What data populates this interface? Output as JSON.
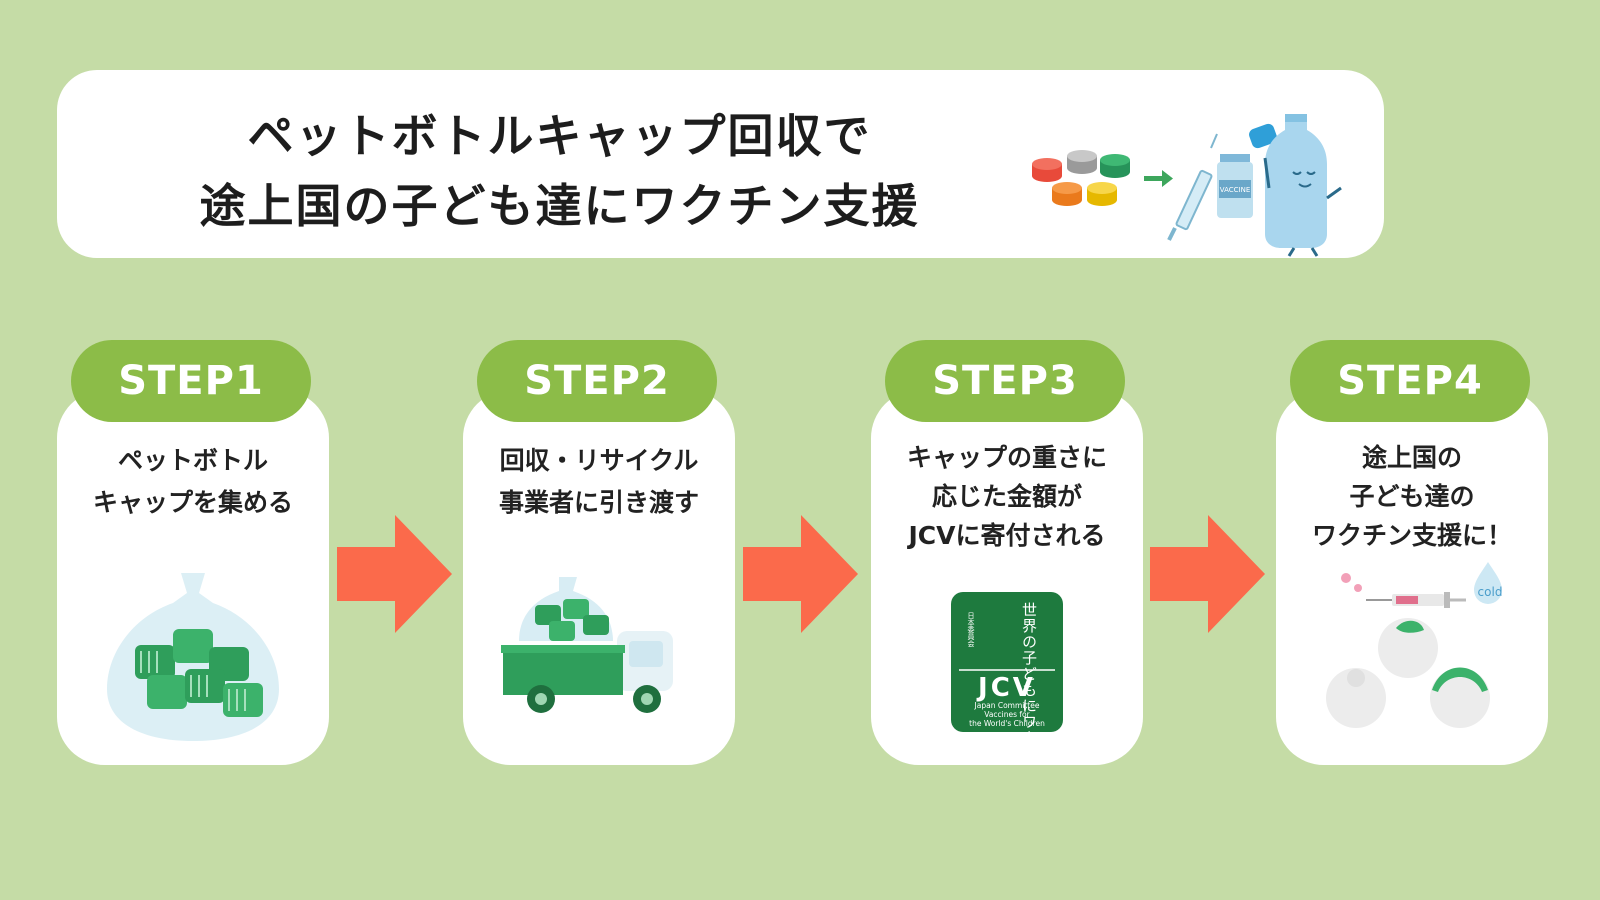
{
  "header": {
    "title_line1": "ペットボトルキャップ回収で",
    "title_line2": "途上国の子ども達にワクチン支援",
    "vial_label": "VACCINE"
  },
  "steps": [
    {
      "label": "STEP1",
      "lines": [
        "ペットボトル",
        "キャップを集める"
      ]
    },
    {
      "label": "STEP2",
      "lines": [
        "回収・リサイクル",
        "事業者に引き渡す"
      ]
    },
    {
      "label": "STEP3",
      "lines": [
        "キャップの重さに",
        "応じた金額が",
        "JCVに寄付される"
      ]
    },
    {
      "label": "STEP4",
      "lines": [
        "途上国の",
        "子ども達の",
        "ワクチン支援に！"
      ]
    }
  ],
  "jcv_logo": {
    "vertical_text": "世界の子どもにワクチンを",
    "sub_text": "日本委員会",
    "acronym": "JCV",
    "english_line1": "Japan Committee",
    "english_line2": "Vaccines for",
    "english_line3": "the World's Children"
  },
  "cold_label": "cold",
  "colors": {
    "background": "#c5dca6",
    "step_pill": "#8cbc48",
    "arrow": "#fb6a4b",
    "card": "#ffffff",
    "cap_green": "#2f9e5b",
    "jcv_green": "#1e7a3e"
  },
  "icons": [
    "bottle-caps-icon",
    "syringe-icon",
    "vaccine-vial-icon",
    "bottle-mascot-icon",
    "bag-of-caps-icon",
    "truck-icon",
    "jcv-logo-icon",
    "children-icon",
    "arrow-right-icon"
  ]
}
